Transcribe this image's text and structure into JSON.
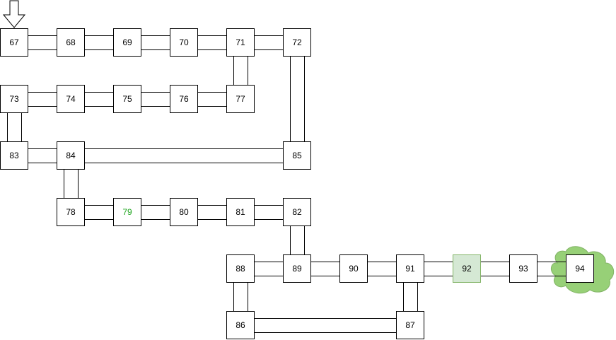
{
  "diagram": {
    "colors": {
      "line": "#000000",
      "node_fill": "#ffffff",
      "highlight_text": "#1fa51f",
      "highlight_fill": "#d5e8d4",
      "highlight_border": "#82b366",
      "cloud_fill": "#97d077",
      "cloud_border": "#82b366"
    },
    "start_marker_icon": "down-arrow-icon",
    "goal_marker_icon": "cloud-icon",
    "nodes": [
      {
        "id": "67",
        "label": "67"
      },
      {
        "id": "68",
        "label": "68"
      },
      {
        "id": "69",
        "label": "69"
      },
      {
        "id": "70",
        "label": "70"
      },
      {
        "id": "71",
        "label": "71"
      },
      {
        "id": "72",
        "label": "72"
      },
      {
        "id": "73",
        "label": "73"
      },
      {
        "id": "74",
        "label": "74"
      },
      {
        "id": "75",
        "label": "75"
      },
      {
        "id": "76",
        "label": "76"
      },
      {
        "id": "77",
        "label": "77"
      },
      {
        "id": "83",
        "label": "83"
      },
      {
        "id": "84",
        "label": "84"
      },
      {
        "id": "85",
        "label": "85"
      },
      {
        "id": "78",
        "label": "78"
      },
      {
        "id": "79",
        "label": "79",
        "highlight": "text"
      },
      {
        "id": "80",
        "label": "80"
      },
      {
        "id": "81",
        "label": "81"
      },
      {
        "id": "82",
        "label": "82"
      },
      {
        "id": "88",
        "label": "88"
      },
      {
        "id": "89",
        "label": "89"
      },
      {
        "id": "90",
        "label": "90"
      },
      {
        "id": "91",
        "label": "91"
      },
      {
        "id": "92",
        "label": "92",
        "highlight": "fill"
      },
      {
        "id": "93",
        "label": "93"
      },
      {
        "id": "94",
        "label": "94",
        "highlight": "goal"
      },
      {
        "id": "86",
        "label": "86"
      },
      {
        "id": "87",
        "label": "87"
      }
    ],
    "edges": [
      [
        "67",
        "68"
      ],
      [
        "68",
        "69"
      ],
      [
        "69",
        "70"
      ],
      [
        "70",
        "71"
      ],
      [
        "71",
        "72"
      ],
      [
        "71",
        "77"
      ],
      [
        "73",
        "74"
      ],
      [
        "74",
        "75"
      ],
      [
        "75",
        "76"
      ],
      [
        "76",
        "77"
      ],
      [
        "73",
        "83"
      ],
      [
        "83",
        "84"
      ],
      [
        "84",
        "85"
      ],
      [
        "72",
        "85"
      ],
      [
        "84",
        "78"
      ],
      [
        "78",
        "79"
      ],
      [
        "79",
        "80"
      ],
      [
        "80",
        "81"
      ],
      [
        "81",
        "82"
      ],
      [
        "82",
        "89"
      ],
      [
        "88",
        "89"
      ],
      [
        "89",
        "90"
      ],
      [
        "90",
        "91"
      ],
      [
        "91",
        "92"
      ],
      [
        "92",
        "93"
      ],
      [
        "93",
        "94"
      ],
      [
        "88",
        "86"
      ],
      [
        "91",
        "87"
      ],
      [
        "86",
        "87"
      ]
    ]
  }
}
